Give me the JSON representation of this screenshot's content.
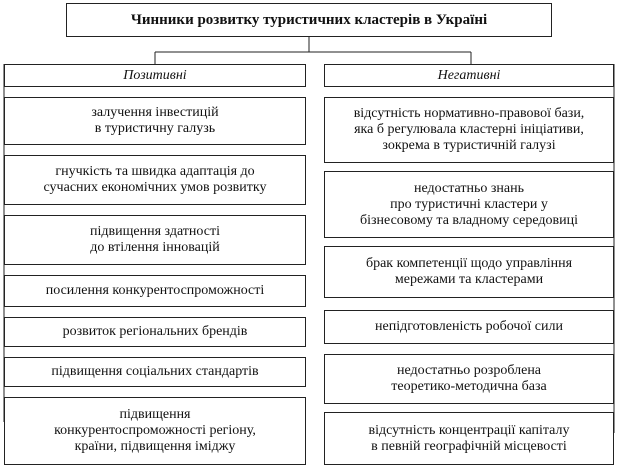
{
  "title": "Чинники розвитку туристичних кластерів в Україні",
  "positive": {
    "label": "Позитивні",
    "items": [
      "залучення інвестицій\nв туристичну галузь",
      "гнучкість та швидка адаптація до\nсучасних економічних умов розвитку",
      "підвищення здатності\nдо втілення інновацій",
      "посилення  конкурентоспроможності",
      "розвиток регіональних брендів",
      "підвищення соціальних стандартів",
      "підвищення\nконкурентоспроможності регіону,\nкраїни, підвищення іміджу"
    ]
  },
  "negative": {
    "label": "Негативні",
    "items": [
      "відсутність нормативно-правової бази,\nяка б регулювала кластерні ініціативи,\nзокрема в туристичній галузі",
      "недостатньо знань\nпро туристичні кластери  у\nбізнесовому та владному середовиці",
      "брак компетенції щодо управління\nмережами та кластерами",
      "непідготовленість робочої сили",
      "недостатньо розроблена\nтеоретико-методична база",
      "відсутність концентрації капіталу\nв певній географічній місцевості"
    ]
  }
}
